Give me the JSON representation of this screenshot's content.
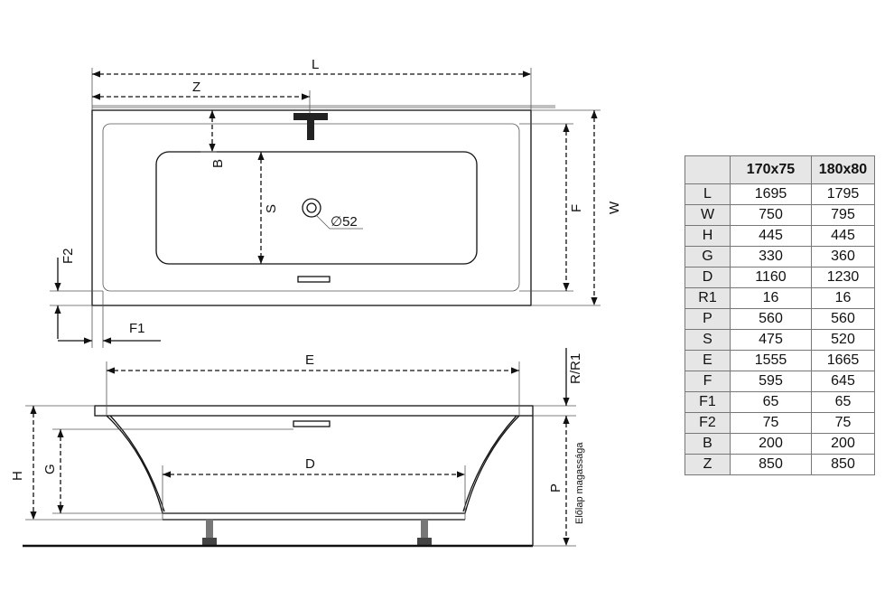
{
  "drawing": {
    "labels": {
      "L": "L",
      "Z": "Z",
      "B": "B",
      "S": "S",
      "F": "F",
      "W": "W",
      "F2": "F2",
      "F1": "F1",
      "drain": "∅52",
      "E": "E",
      "D": "D",
      "H": "H",
      "G": "G",
      "R": "R/R1",
      "P": "P",
      "panel": "Előlap magassága"
    }
  },
  "table": {
    "headers": [
      "",
      "170x75",
      "180x80"
    ],
    "rows": [
      [
        "L",
        "1695",
        "1795"
      ],
      [
        "W",
        "750",
        "795"
      ],
      [
        "H",
        "445",
        "445"
      ],
      [
        "G",
        "330",
        "360"
      ],
      [
        "D",
        "1160",
        "1230"
      ],
      [
        "R1",
        "16",
        "16"
      ],
      [
        "P",
        "560",
        "560"
      ],
      [
        "S",
        "475",
        "520"
      ],
      [
        "E",
        "1555",
        "1665"
      ],
      [
        "F",
        "595",
        "645"
      ],
      [
        "F1",
        "65",
        "65"
      ],
      [
        "F2",
        "75",
        "75"
      ],
      [
        "B",
        "200",
        "200"
      ],
      [
        "Z",
        "850",
        "850"
      ]
    ]
  }
}
